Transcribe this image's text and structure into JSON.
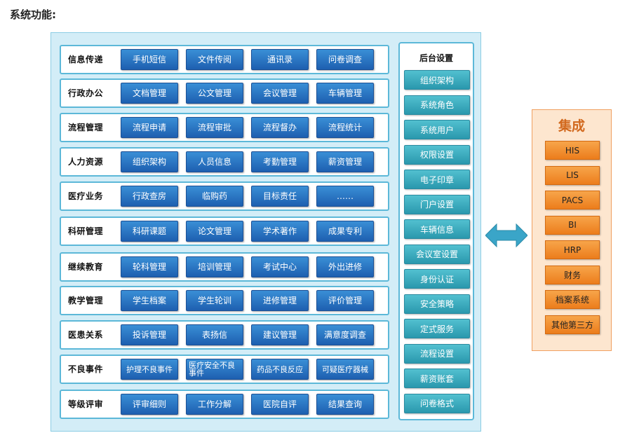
{
  "title": "系统功能:",
  "rows": [
    {
      "label": "信息传递",
      "items": [
        "手机短信",
        "文件传阅",
        "通讯录",
        "问卷调查"
      ]
    },
    {
      "label": "行政办公",
      "items": [
        "文档管理",
        "公文管理",
        "会议管理",
        "车辆管理"
      ]
    },
    {
      "label": "流程管理",
      "items": [
        "流程申请",
        "流程审批",
        "流程督办",
        "流程统计"
      ]
    },
    {
      "label": "人力资源",
      "items": [
        "组织架构",
        "人员信息",
        "考勤管理",
        "薪资管理"
      ]
    },
    {
      "label": "医疗业务",
      "items": [
        "行政查房",
        "临购药",
        "目标责任",
        "……"
      ]
    },
    {
      "label": "科研管理",
      "items": [
        "科研课题",
        "论文管理",
        "学术著作",
        "成果专利"
      ]
    },
    {
      "label": "继续教育",
      "items": [
        "轮科管理",
        "培训管理",
        "考试中心",
        "外出进修"
      ]
    },
    {
      "label": "教学管理",
      "items": [
        "学生档案",
        "学生轮训",
        "进修管理",
        "评价管理"
      ]
    },
    {
      "label": "医患关系",
      "items": [
        "投诉管理",
        "表扬信",
        "建议管理",
        "满意度调查"
      ]
    },
    {
      "label": "不良事件",
      "items": [
        "护理不良事件",
        "医疗安全不良事件",
        "药品不良反应",
        "可疑医疗器械"
      ]
    },
    {
      "label": "等级评审",
      "items": [
        "评审细则",
        "工作分解",
        "医院自评",
        "结果查询"
      ]
    }
  ],
  "backend": {
    "title": "后台设置",
    "items": [
      "组织架构",
      "系统角色",
      "系统用户",
      "权限设置",
      "电子印章",
      "门户设置",
      "车辆信息",
      "会议室设置",
      "身份认证",
      "安全策略",
      "定式服务",
      "流程设置",
      "薪资账套",
      "问卷格式"
    ]
  },
  "integration": {
    "title": "集成",
    "items": [
      "HIS",
      "LIS",
      "PACS",
      "BI",
      "HRP",
      "财务",
      "档案系统",
      "其他第三方"
    ]
  },
  "colors": {
    "module_button": "#2a70c0",
    "backend_button": "#3aa8bd",
    "integration_button": "#f08a2a",
    "arrow": "#3aa5c8"
  }
}
